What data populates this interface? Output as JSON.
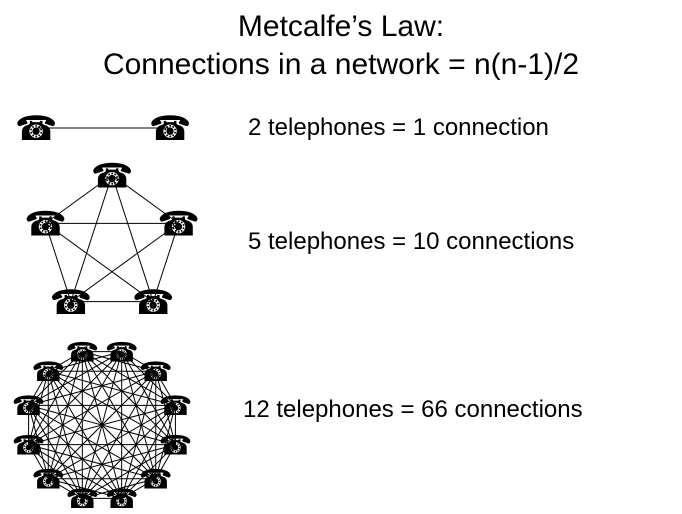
{
  "title": {
    "line1": "Metcalfe’s Law:",
    "line2": "Connections in a network = n(n-1)/2"
  },
  "diagrams": [
    {
      "id": "network-2-telephones",
      "telephones": 2,
      "connections": 1,
      "caption": "2 telephones = 1 connection"
    },
    {
      "id": "network-5-telephones",
      "telephones": 5,
      "connections": 10,
      "caption": "5 telephones = 10 connections"
    },
    {
      "id": "network-12-telephones",
      "telephones": 12,
      "connections": 66,
      "caption": "12 telephones = 66 connections"
    }
  ],
  "icons": {
    "telephone": "☎"
  }
}
